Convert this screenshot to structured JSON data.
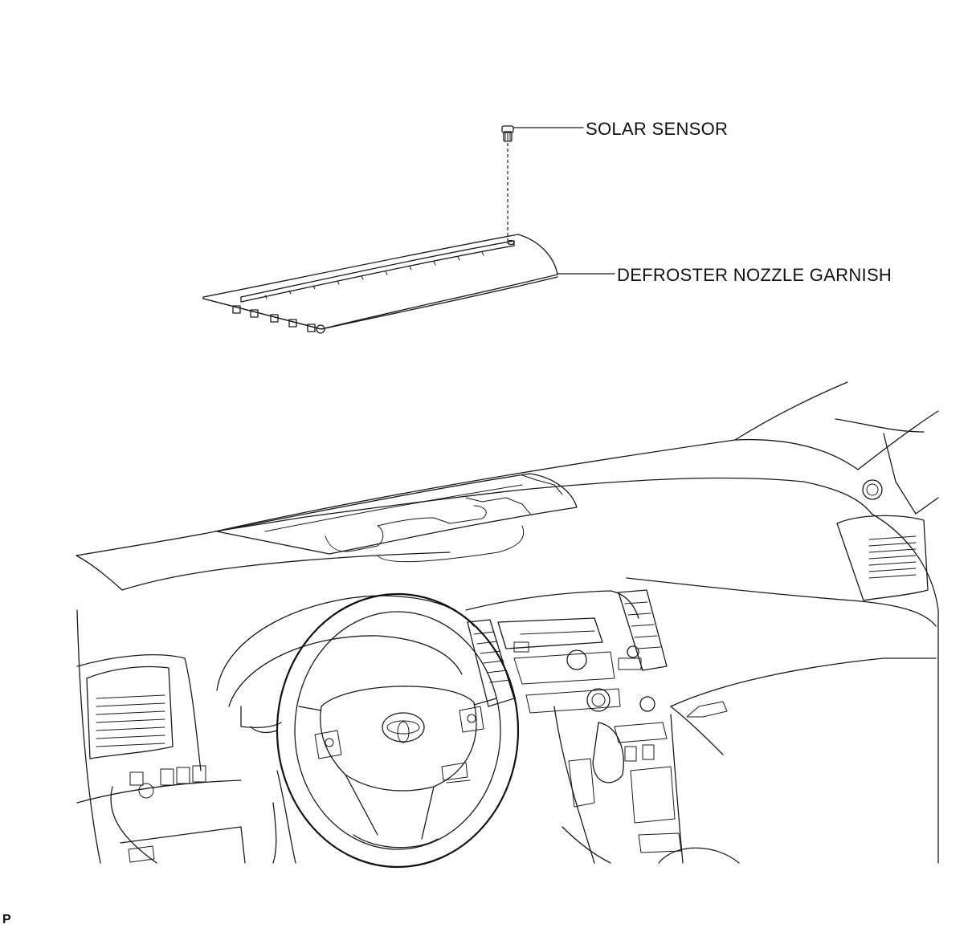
{
  "labels": {
    "solar_sensor": "SOLAR SENSOR",
    "defroster_nozzle_garnish": "DEFROSTER NOZZLE GARNISH"
  },
  "figure_ref": "P"
}
